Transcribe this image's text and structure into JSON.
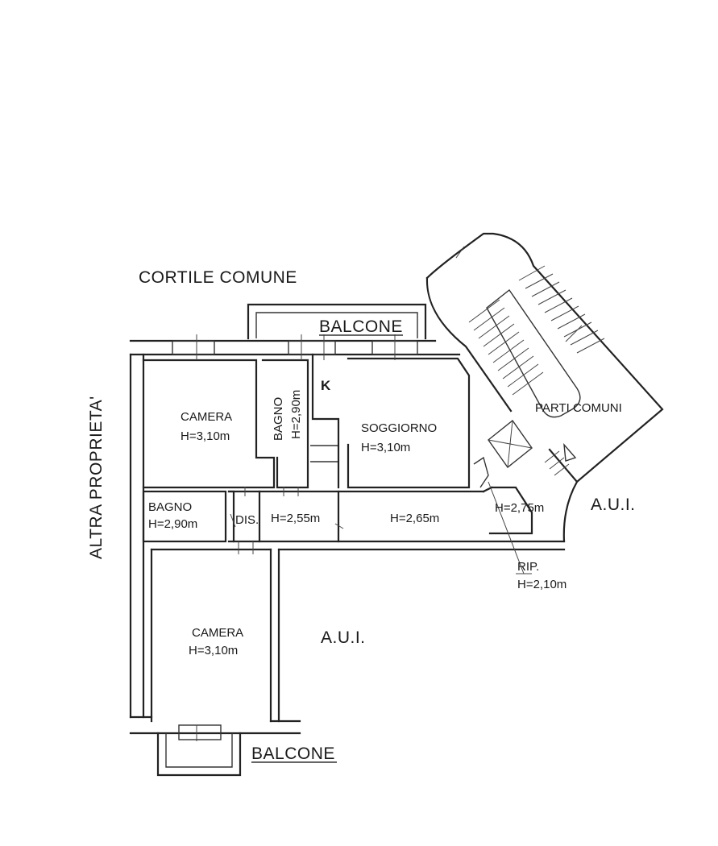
{
  "labels": {
    "cortile": "CORTILE COMUNE",
    "balcone_top": "BALCONE",
    "balcone_bottom": "BALCONE",
    "altra_proprieta": "ALTRA PROPRIETA'",
    "camera_top": "CAMERA",
    "camera_top_h": "H=3,10m",
    "bagno_vertical": "BAGNO",
    "bagno_vertical_h": "H=2,90m",
    "kitchen": "K",
    "soggiorno": "SOGGIORNO",
    "soggiorno_h": "H=3,10m",
    "parti_comuni": "PARTI COMUNI",
    "bagno_small": "BAGNO",
    "bagno_small_h": "H=2,90m",
    "dis": "DIS.",
    "corridor_h1": "H=2,55m",
    "corridor_h2": "H=2,65m",
    "entry_h": "H=2,75m",
    "aui_right": "A.U.I.",
    "rip": "RIP.",
    "rip_h": "H=2,10m",
    "camera_bottom": "CAMERA",
    "camera_bottom_h": "H=3,10m",
    "aui_center": "A.U.I."
  }
}
